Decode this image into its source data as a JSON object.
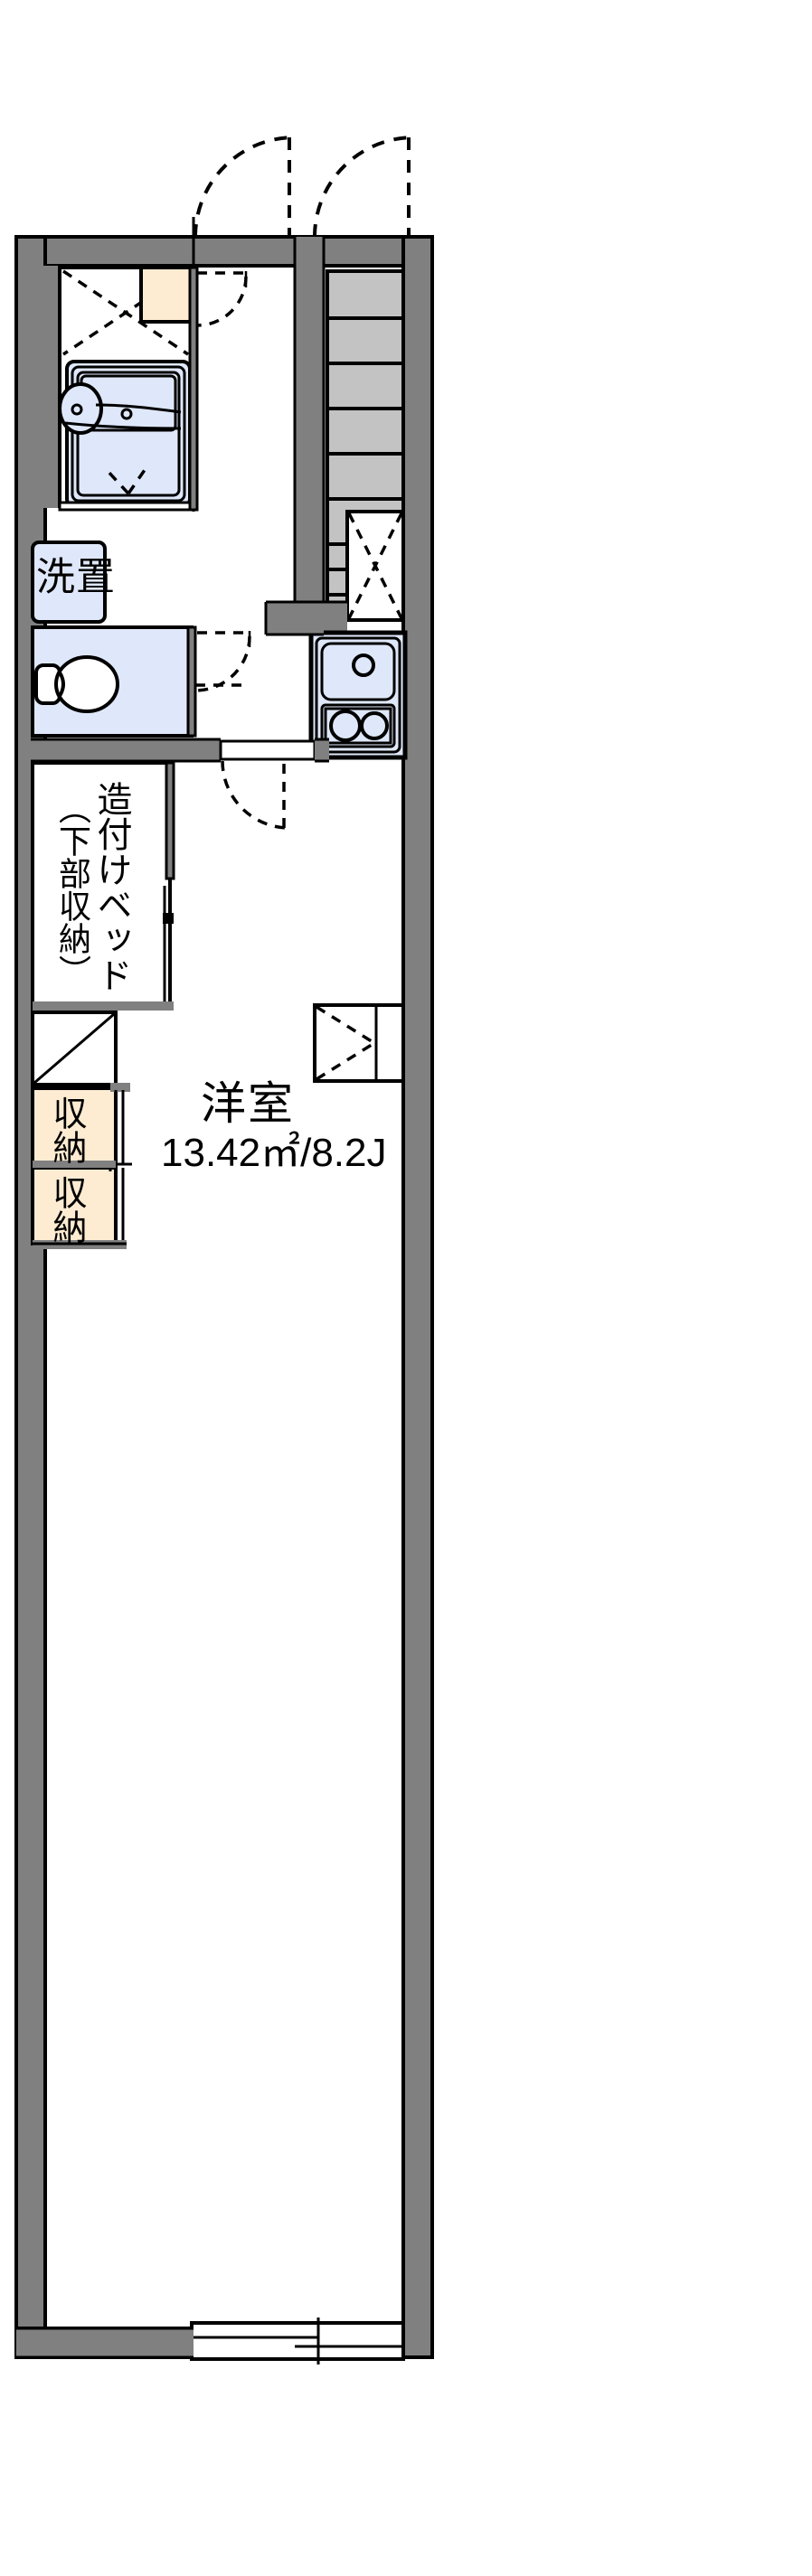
{
  "plan": {
    "title": "賃貸アパート間取り図",
    "unit_system": "metric-jp",
    "wall_color": "#808080",
    "outline_color": "#000000",
    "fixture_fill": "#dfe8fa",
    "storage_fill": "#fdecd2",
    "stair_fill": "#c3c3c3",
    "background": "#ffffff"
  },
  "rooms": [
    {
      "key": "main_room",
      "name": "洋室",
      "area_label": "13.42㎡/8.2J",
      "area_sqm": 13.42,
      "area_jo": 8.2
    }
  ],
  "labels": {
    "washer_area": "洗置",
    "built_in_bed": "造付けベッド",
    "built_in_bed_sub": "（下部収納）",
    "closet_upper": "収納",
    "closet_lower": "収納",
    "room_name": "洋室",
    "room_area": "13.42㎡/8.2J"
  },
  "fixtures": [
    {
      "key": "unit_bath",
      "name": "ユニットバス",
      "icon": "bathtub-icon",
      "fill": "#dfe8fa"
    },
    {
      "key": "wash_basin",
      "name": "洗面器",
      "icon": "sink-basin-icon",
      "fill": "#dfe8fa"
    },
    {
      "key": "toilet",
      "name": "トイレ",
      "icon": "toilet-icon",
      "fill": "#dfe8fa"
    },
    {
      "key": "washer",
      "name": "洗濯機置場",
      "icon": "washing-machine-icon",
      "fill": "#dfe8fa"
    },
    {
      "key": "kitchen_sink",
      "name": "流し台",
      "icon": "kitchen-sink-icon",
      "fill": "#dfe8fa"
    },
    {
      "key": "gas_stove",
      "name": "コンロ 2口",
      "icon": "two-burner-stove-icon",
      "fill": "#dfe8fa",
      "burners": 2
    },
    {
      "key": "shoe_box",
      "name": "下駄箱",
      "icon": "shoe-cabinet-icon",
      "fill": "#fdecd2"
    },
    {
      "key": "closet_a",
      "name": "収納",
      "icon": "closet-icon",
      "fill": "#fdecd2"
    },
    {
      "key": "closet_b",
      "name": "収納",
      "icon": "closet-icon",
      "fill": "#fdecd2"
    },
    {
      "key": "stairs",
      "name": "階段",
      "icon": "stairs-icon",
      "fill": "#c3c3c3",
      "treads": 9
    },
    {
      "key": "balcony_door",
      "name": "掃出窓",
      "icon": "sliding-door-icon"
    },
    {
      "key": "side_window",
      "name": "窓",
      "icon": "window-icon"
    },
    {
      "key": "entry_door_left",
      "name": "玄関ドア",
      "icon": "swing-door-icon"
    },
    {
      "key": "entry_door_right",
      "name": "階段室ドア",
      "icon": "swing-door-icon"
    },
    {
      "key": "toilet_door",
      "name": "トイレドア",
      "icon": "swing-door-icon"
    },
    {
      "key": "room_door",
      "name": "居室ドア",
      "icon": "swing-door-icon"
    },
    {
      "key": "shoebox_door",
      "name": "下駄箱扉",
      "icon": "swing-door-icon"
    }
  ]
}
